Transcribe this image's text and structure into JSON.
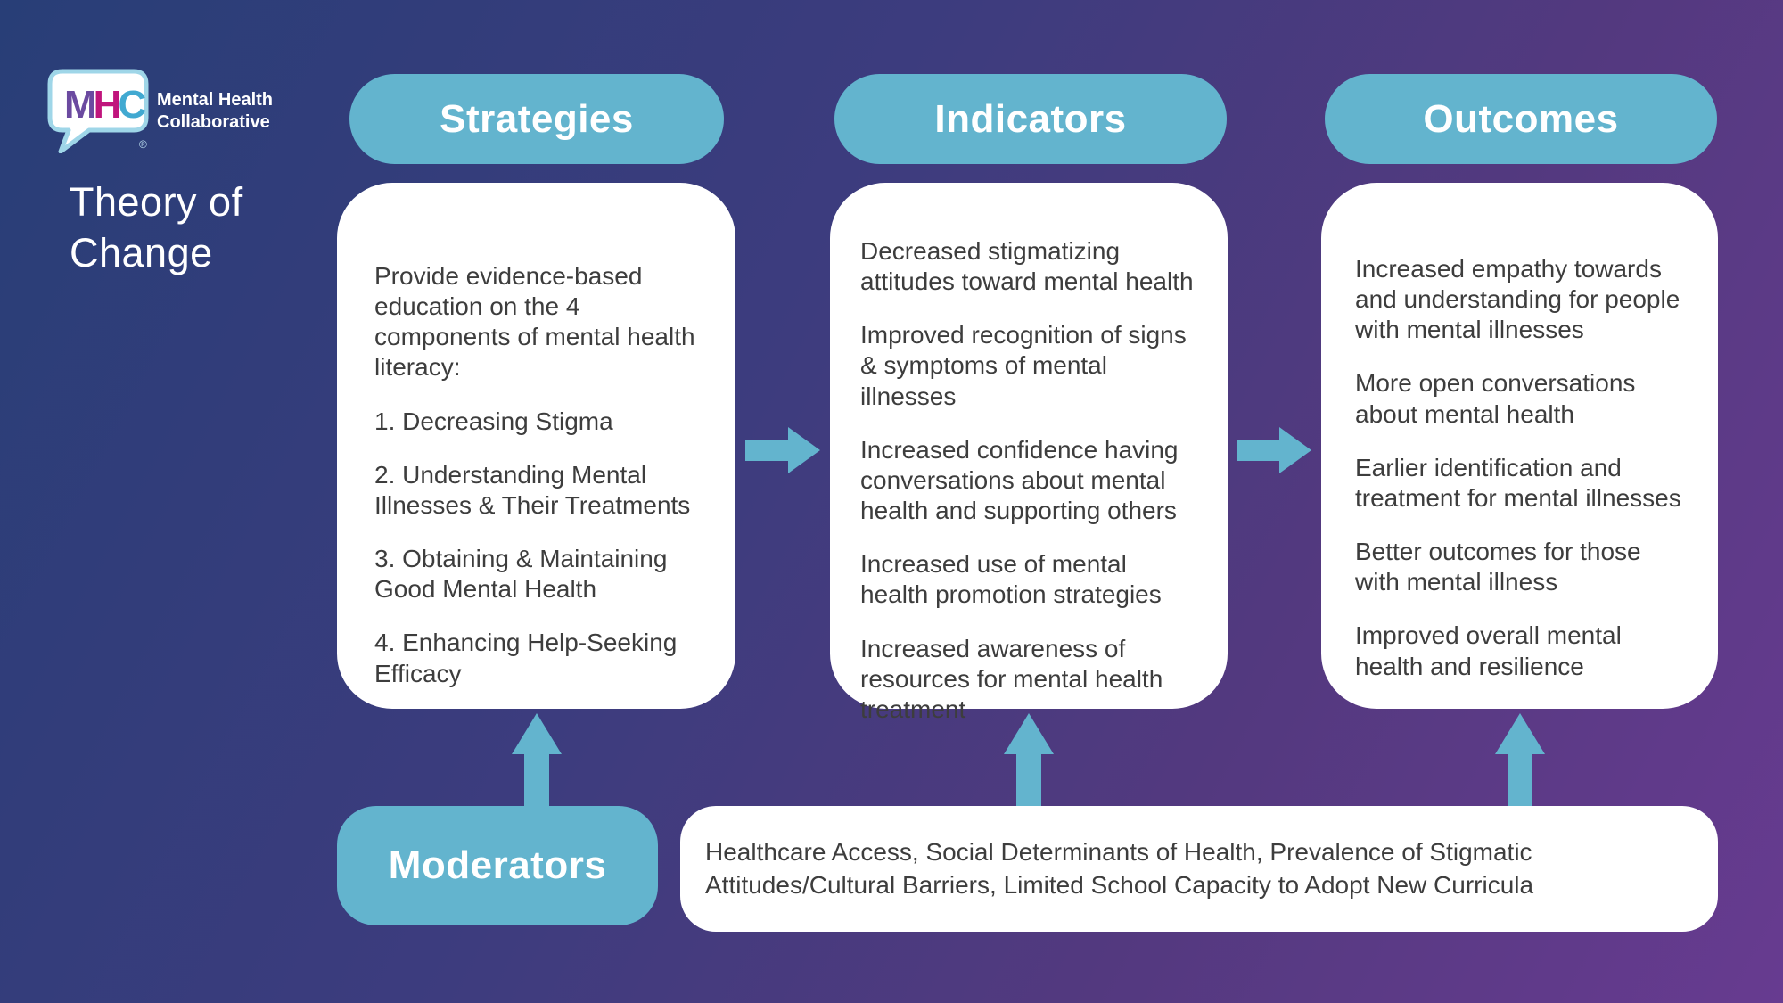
{
  "logo": {
    "m": "M",
    "h": "H",
    "c": "C",
    "registered": "®",
    "org_line1": "Mental Health",
    "org_line2": "Collaborative"
  },
  "title": {
    "line1": "Theory of",
    "line2": "Change"
  },
  "columns": [
    {
      "header": "Strategies",
      "items": [
        "Provide evidence-based education on the 4 components of mental health literacy:",
        "1. Decreasing Stigma",
        "2. Understanding Mental Illnesses & Their Treatments",
        "3. Obtaining & Maintaining Good Mental Health",
        "4. Enhancing Help-Seeking Efficacy"
      ]
    },
    {
      "header": "Indicators",
      "items": [
        "Decreased stigmatizing attitudes toward mental health",
        "Improved recognition of signs & symptoms of mental illnesses",
        "Increased confidence having conversations about mental health and supporting others",
        "Increased use of mental health promotion strategies",
        "Increased awareness of resources for mental health treatment"
      ]
    },
    {
      "header": "Outcomes",
      "items": [
        "Increased empathy towards and understanding for people with mental illnesses",
        "More open conversations about mental health",
        "Earlier identification and treatment for mental illnesses",
        "Better outcomes for those with mental illness",
        "Improved overall mental health and resilience"
      ]
    }
  ],
  "moderators": {
    "label": "Moderators",
    "text": "Healthcare Access, Social Determinants of Health, Prevalence of Stigmatic Attitudes/Cultural Barriers, Limited School Capacity to Adopt New Curricula"
  },
  "colors": {
    "accent_teal": "#63b4ce",
    "background_navy": "#283e77",
    "background_purple": "#673b90",
    "logo_purple": "#6b4aa0",
    "logo_magenta": "#c0147c",
    "logo_blue": "#41a9d1",
    "box_text": "#3d3d3d"
  }
}
